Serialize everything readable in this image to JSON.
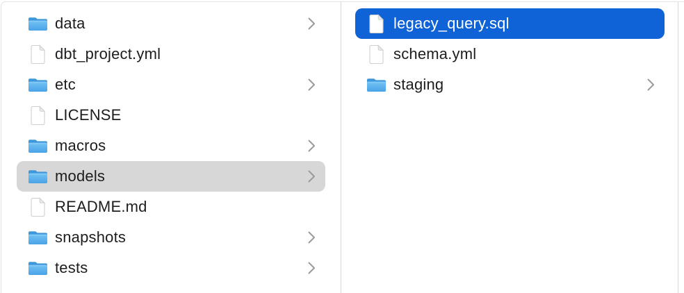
{
  "view": {
    "kind": "finder-column-view"
  },
  "colors": {
    "selection_blue": "#1063d6",
    "selection_gray": "#d7d7d7",
    "divider": "#d8d8d8",
    "edge": "#e3e3e3",
    "text": "#1d1d1f",
    "selected_text": "#ffffff",
    "chevron": "#9a9a9a",
    "folder_back": "#3e96db",
    "folder_front_top": "#72c2f4",
    "folder_front_bottom": "#4aa3e7",
    "doc_fill": "#ffffff",
    "doc_stroke": "#cfcfcd",
    "doc_fold": "#eceae9"
  },
  "columns": [
    {
      "name": "left",
      "items": [
        {
          "label": "data",
          "type": "folder",
          "chevron": true,
          "selected": false
        },
        {
          "label": "dbt_project.yml",
          "type": "file",
          "chevron": false,
          "selected": false
        },
        {
          "label": "etc",
          "type": "folder",
          "chevron": true,
          "selected": false
        },
        {
          "label": "LICENSE",
          "type": "file",
          "chevron": false,
          "selected": false
        },
        {
          "label": "macros",
          "type": "folder",
          "chevron": true,
          "selected": false
        },
        {
          "label": "models",
          "type": "folder",
          "chevron": true,
          "selected": true,
          "selection_style": "inactive"
        },
        {
          "label": "README.md",
          "type": "file",
          "chevron": false,
          "selected": false
        },
        {
          "label": "snapshots",
          "type": "folder",
          "chevron": true,
          "selected": false
        },
        {
          "label": "tests",
          "type": "folder",
          "chevron": true,
          "selected": false
        }
      ]
    },
    {
      "name": "right",
      "items": [
        {
          "label": "legacy_query.sql",
          "type": "file",
          "chevron": false,
          "selected": true,
          "selection_style": "active"
        },
        {
          "label": "schema.yml",
          "type": "file",
          "chevron": false,
          "selected": false
        },
        {
          "label": "staging",
          "type": "folder",
          "chevron": true,
          "selected": false
        }
      ]
    }
  ]
}
